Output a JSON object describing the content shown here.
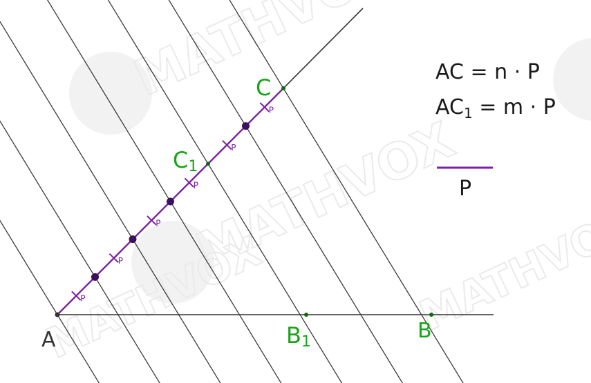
{
  "diagram": {
    "points": {
      "A": "A",
      "B": "B",
      "B1_base": "B",
      "B1_sub": "1",
      "C": "C",
      "C1_base": "C",
      "C1_sub": "1"
    },
    "segment_mark": "P",
    "segment_count": 6,
    "formulas": {
      "line1": "AC = n · P",
      "line2_base": "AC",
      "line2_sub": "1",
      "line2_rest": " = m · P"
    },
    "unit_label": "P",
    "watermark": "MATHVOX",
    "colors": {
      "black_line": "#333333",
      "purple": "#7a1fa2",
      "dark_point": "#3d0f5c",
      "green_label": "#1aa31a",
      "green_point": "#0f6b0f",
      "text": "#1a1a1a",
      "watermark": "#ededed"
    }
  }
}
